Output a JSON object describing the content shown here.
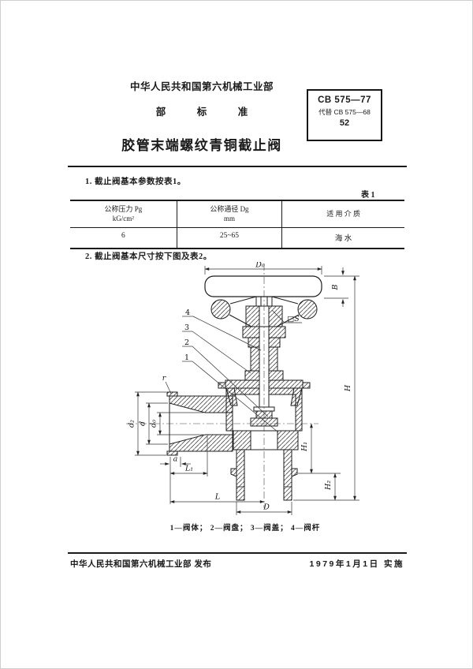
{
  "colors": {
    "ink": "#1a1a1a",
    "paper": "#ffffff"
  },
  "header": {
    "ministry": "中华人民共和国第六机械工业部",
    "dept_standard": "部 标 准",
    "doc_title": "胶管末端螺纹青铜截止阀",
    "code_box": {
      "code": "CB 575—77",
      "replaces": "代替 CB 575—68",
      "page_no": "52"
    }
  },
  "content": {
    "clause1": "1. 截止阀基本参数按表1。",
    "clause2": "2. 截止阀基本尺寸按下图及表2。",
    "table1": {
      "caption": "表 1",
      "col1_title": "公称压力 Pg",
      "col1_unit": "kG/cm²",
      "col2_title": "公称通径 Dg",
      "col2_unit": "mm",
      "col3_title": "适 用 介 质",
      "row": {
        "pressure": "6",
        "diameter": "25~65",
        "medium": "海 水"
      }
    },
    "figure": {
      "caption": "1—阀体； 2—阀盘； 3—阀盖； 4—阀杆",
      "dims": {
        "D0": "D₀",
        "B": "B",
        "squareS": "□S",
        "H": "H",
        "H1": "H₁",
        "H2": "H₂",
        "D": "D",
        "L": "L",
        "L1": "L₁",
        "a": "a",
        "d2": "d₂",
        "d": "d",
        "d0": "d₀",
        "r": "r"
      },
      "part_numbers": {
        "n1": "1",
        "n2": "2",
        "n3": "3",
        "n4": "4"
      }
    }
  },
  "footer": {
    "publisher": "中华人民共和国第六机械工业部  发布",
    "date": "1979年1月1日  实施"
  }
}
